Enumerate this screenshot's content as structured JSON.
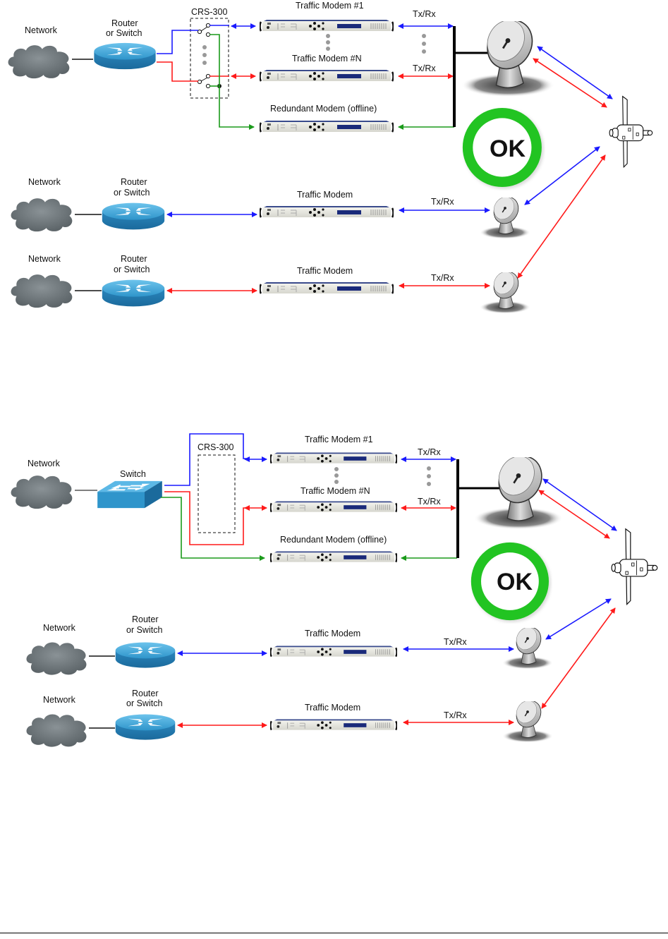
{
  "colors": {
    "primary_link": "#1a1aff",
    "secondary_link": "#ff1a1a",
    "redundant_link": "#1a9a1a",
    "ok_ring": "#22c422",
    "router": "#2a8fc4"
  },
  "diagrams": [
    {
      "id": "router-based",
      "network_label": "Network",
      "router_label_1": "Router",
      "router_label_2": "or Switch",
      "switch_unit_label": "CRS-300",
      "modem_1_label": "Traffic Modem #1",
      "modem_n_label": "Traffic Modem #N",
      "redundant_label": "Redundant Modem (offline)",
      "txrx_1": "Tx/Rx",
      "txrx_n": "Tx/Rx",
      "status_text": "OK",
      "remotes": [
        {
          "network_label": "Network",
          "router_label_1": "Router",
          "router_label_2": "or Switch",
          "modem_label": "Traffic Modem",
          "txrx": "Tx/Rx",
          "link_color": "blue"
        },
        {
          "network_label": "Network",
          "router_label_1": "Router",
          "router_label_2": "or Switch",
          "modem_label": "Traffic Modem",
          "txrx": "Tx/Rx",
          "link_color": "red"
        }
      ]
    },
    {
      "id": "switch-based",
      "network_label": "Network",
      "switch_label": "Switch",
      "switch_unit_label": "CRS-300",
      "modem_1_label": "Traffic Modem #1",
      "modem_n_label": "Traffic Modem #N",
      "redundant_label": "Redundant Modem (offline)",
      "txrx_1": "Tx/Rx",
      "txrx_n": "Tx/Rx",
      "status_text": "OK",
      "remotes": [
        {
          "network_label": "Network",
          "router_label_1": "Router",
          "router_label_2": "or Switch",
          "modem_label": "Traffic Modem",
          "txrx": "Tx/Rx",
          "link_color": "blue"
        },
        {
          "network_label": "Network",
          "router_label_1": "Router",
          "router_label_2": "or Switch",
          "modem_label": "Traffic Modem",
          "txrx": "Tx/Rx",
          "link_color": "red"
        }
      ]
    }
  ]
}
